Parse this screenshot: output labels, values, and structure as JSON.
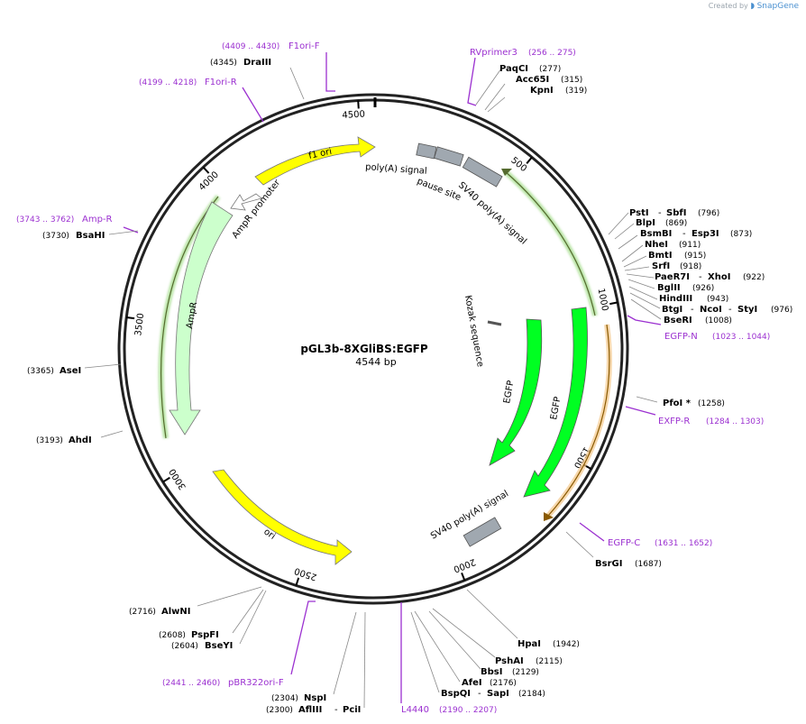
{
  "header": {
    "created_by": "Created by",
    "brand": "SnapGene"
  },
  "plasmid": {
    "name": "pGL3b-8XGliBS:EGFP",
    "length_label": "4544 bp",
    "total_bp": 4544
  },
  "tick_labels": [
    {
      "bp": 500,
      "label": "500"
    },
    {
      "bp": 1000,
      "label": "1000"
    },
    {
      "bp": 1500,
      "label": "1500"
    },
    {
      "bp": 2000,
      "label": "2000"
    },
    {
      "bp": 2500,
      "label": "2500"
    },
    {
      "bp": 3000,
      "label": "3000"
    },
    {
      "bp": 3500,
      "label": "3500"
    },
    {
      "bp": 4000,
      "label": "4000"
    },
    {
      "bp": 4500,
      "label": "4500"
    }
  ],
  "features": [
    {
      "name": "f1 ori",
      "color": "#ffff00",
      "shape": "arrow"
    },
    {
      "name": "AmpR promoter",
      "color": "#ffffff",
      "shape": "arrow"
    },
    {
      "name": "AmpR",
      "color": "#ccffcc",
      "shape": "arrow"
    },
    {
      "name": "ori",
      "color": "#ffff00",
      "shape": "arrow"
    },
    {
      "name": "poly(A) signal",
      "color": "#a0a8b0",
      "shape": "box"
    },
    {
      "name": "pause site",
      "color": "#a0a8b0",
      "shape": "box"
    },
    {
      "name": "SV40 poly(A) signal",
      "color": "#a0a8b0",
      "shape": "box"
    },
    {
      "name": "Kozak sequence",
      "color": "#a0a8b0",
      "shape": "box"
    },
    {
      "name": "EGFP",
      "color": "#00ff22",
      "shape": "arrow"
    },
    {
      "name": "EGFP",
      "color": "#00ff22",
      "shape": "arrow"
    },
    {
      "name": "SV40 poly(A) signal",
      "color": "#a0a8b0",
      "shape": "box"
    }
  ],
  "primers": [
    {
      "name": "F1ori-F",
      "range": "(4409 .. 4430)"
    },
    {
      "name": "F1ori-R",
      "range": "(4199 .. 4218)"
    },
    {
      "name": "RVprimer3",
      "range": "(256 .. 275)"
    },
    {
      "name": "Amp-R",
      "range": "(3743 .. 3762)"
    },
    {
      "name": "EGFP-N",
      "range": "(1023 .. 1044)"
    },
    {
      "name": "EXFP-R",
      "range": "(1284 .. 1303)"
    },
    {
      "name": "EGFP-C",
      "range": "(1631 .. 1652)"
    },
    {
      "name": "pBR322ori-F",
      "range": "(2441 .. 2460)"
    },
    {
      "name": "L4440",
      "range": "(2190 .. 2207)"
    }
  ],
  "enzymes": [
    {
      "name": "DraIII",
      "pos": "(4345)"
    },
    {
      "name": "PaqCI",
      "pos": "(277)"
    },
    {
      "name": "Acc65I",
      "pos": "(315)"
    },
    {
      "name": "KpnI",
      "pos": "(319)"
    },
    {
      "name": "PstI",
      "name2": "SbfI",
      "pos": "(796)"
    },
    {
      "name": "BlpI",
      "pos": "(869)"
    },
    {
      "name": "BsmBI",
      "name2": "Esp3I",
      "pos": "(873)"
    },
    {
      "name": "NheI",
      "pos": "(911)"
    },
    {
      "name": "BmtI",
      "pos": "(915)"
    },
    {
      "name": "SrfI",
      "pos": "(918)"
    },
    {
      "name": "PaeR7I",
      "name2": "XhoI",
      "pos": "(922)"
    },
    {
      "name": "BglII",
      "pos": "(926)"
    },
    {
      "name": "HindIII",
      "pos": "(943)"
    },
    {
      "name": "BtgI",
      "name2": "NcoI",
      "name3": "StyI",
      "pos": "(976)"
    },
    {
      "name": "BseRI",
      "pos": "(1008)"
    },
    {
      "name": "PfoI *",
      "pos": "(1258)"
    },
    {
      "name": "BsrGI",
      "pos": "(1687)"
    },
    {
      "name": "HpaI",
      "pos": "(1942)"
    },
    {
      "name": "PshAI",
      "pos": "(2115)"
    },
    {
      "name": "BbsI",
      "pos": "(2129)"
    },
    {
      "name": "AfeI",
      "pos": "(2176)"
    },
    {
      "name": "BspQI",
      "name2": "SapI",
      "pos": "(2184)"
    },
    {
      "name": "NspI",
      "pos": "(2304)"
    },
    {
      "name": "AflIII",
      "name2": "PciI",
      "pos": "(2300)"
    },
    {
      "name": "AlwNI",
      "pos": "(2716)"
    },
    {
      "name": "PspFI",
      "pos": "(2608)"
    },
    {
      "name": "BseYI",
      "pos": "(2604)"
    },
    {
      "name": "AhdI",
      "pos": "(3193)"
    },
    {
      "name": "AseI",
      "pos": "(3365)"
    },
    {
      "name": "BsaHI",
      "pos": "(3730)"
    }
  ]
}
